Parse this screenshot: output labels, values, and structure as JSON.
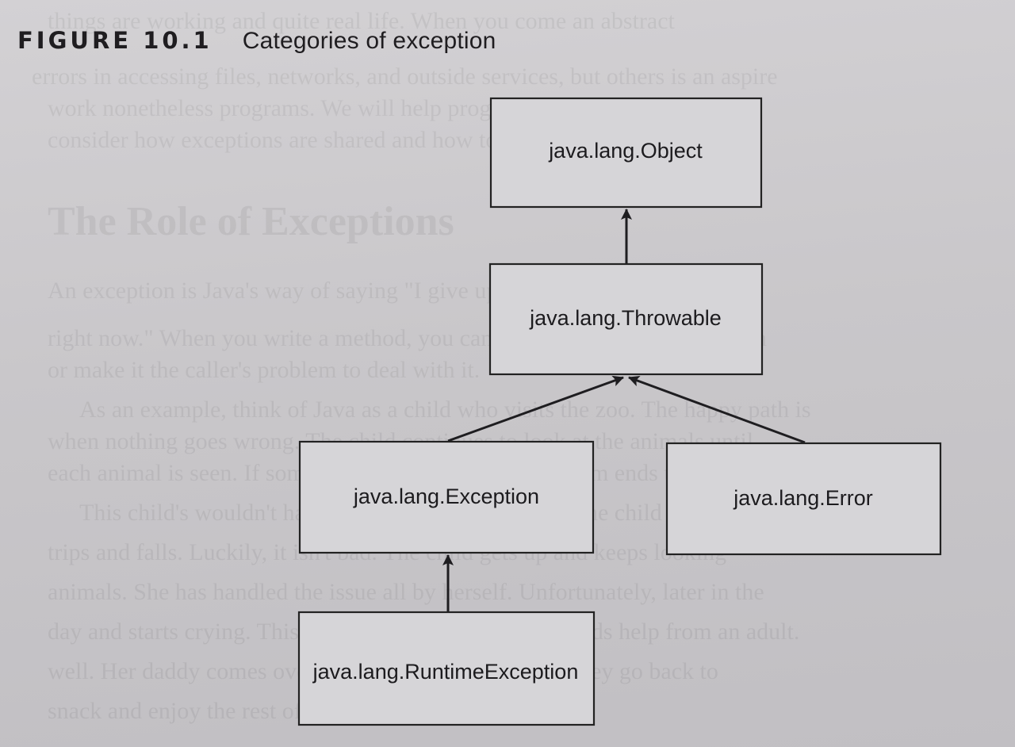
{
  "figure": {
    "number": "FIGURE 10.1",
    "title": "Categories of exception"
  },
  "diagram": {
    "nodes": [
      {
        "id": "object",
        "label": "java.lang.Object"
      },
      {
        "id": "throwable",
        "label": "java.lang.Throwable"
      },
      {
        "id": "exception",
        "label": "java.lang.Exception"
      },
      {
        "id": "error",
        "label": "java.lang.Error"
      },
      {
        "id": "runtime",
        "label": "java.lang.RuntimeException"
      }
    ],
    "edges": [
      {
        "from": "throwable",
        "to": "object"
      },
      {
        "from": "exception",
        "to": "throwable"
      },
      {
        "from": "error",
        "to": "throwable"
      },
      {
        "from": "runtime",
        "to": "exception"
      }
    ]
  },
  "colors": {
    "paper": "#cbc9cc",
    "ink": "#1e1d20",
    "box_fill": "#d6d5d8"
  }
}
